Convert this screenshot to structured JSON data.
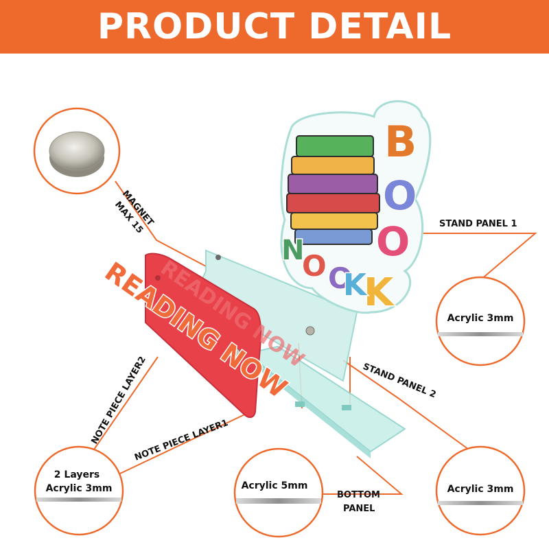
{
  "header": {
    "title": "PRODUCT DETAIL"
  },
  "callouts": {
    "magnet": {
      "line1": "MAGNET",
      "line2": "MAX 15"
    },
    "stand_panel_1": {
      "label": "STAND PANEL 1",
      "material": "Acrylic 3mm"
    },
    "stand_panel_2": {
      "label": "STAND PANEL 2",
      "material": "Acrylic 3mm"
    },
    "note_piece_layer2": {
      "label": "NOTE PIECE LAYER2"
    },
    "note_piece_layer1": {
      "label": "NOTE PIECE LAYER1"
    },
    "note_piece_material": {
      "line1": "2 Layers",
      "line2": "Acrylic 3mm"
    },
    "bottom_panel": {
      "line1": "BOTTOM",
      "line2": "PANEL",
      "material": "Acrylic 5mm"
    }
  },
  "artwork": {
    "note_text": "READING NOW",
    "stand_letters": [
      "B",
      "O",
      "O",
      "K",
      "N",
      "O",
      "O",
      "K"
    ]
  },
  "colors": {
    "accent": "#ee6a2c",
    "note_red": "#e8414a",
    "acrylic": "#bfeae4"
  }
}
